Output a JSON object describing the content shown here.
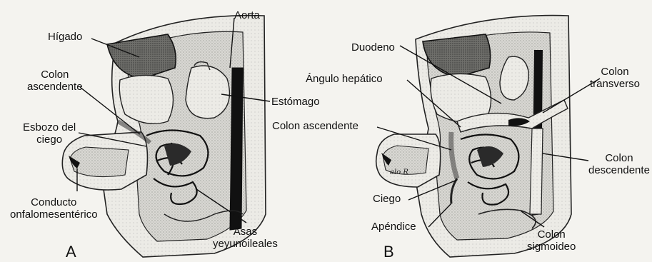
{
  "panels": [
    {
      "letter": "A",
      "labels": {
        "higado": "Hígado",
        "aorta": "Aorta",
        "colon_ascendente": "Colon\nascendente",
        "estomago": "Estómago",
        "esbozo_ciego": "Esbozo del\nciego",
        "conducto": "Conducto\nonfalomesentérico",
        "asas": "Asas\nyeyunoileales"
      }
    },
    {
      "letter": "B",
      "signature": "alo R",
      "labels": {
        "duodeno": "Duodeno",
        "angulo_hepatico": "Ángulo hepático",
        "colon_transverso": "Colon\ntransverso",
        "colon_ascendente": "Colon ascendente",
        "colon_descendente": "Colon\ndescendente",
        "ciego": "Ciego",
        "apendice": "Apéndice",
        "colon_sigmoideo": "Colon\nsigmoideo"
      }
    }
  ]
}
